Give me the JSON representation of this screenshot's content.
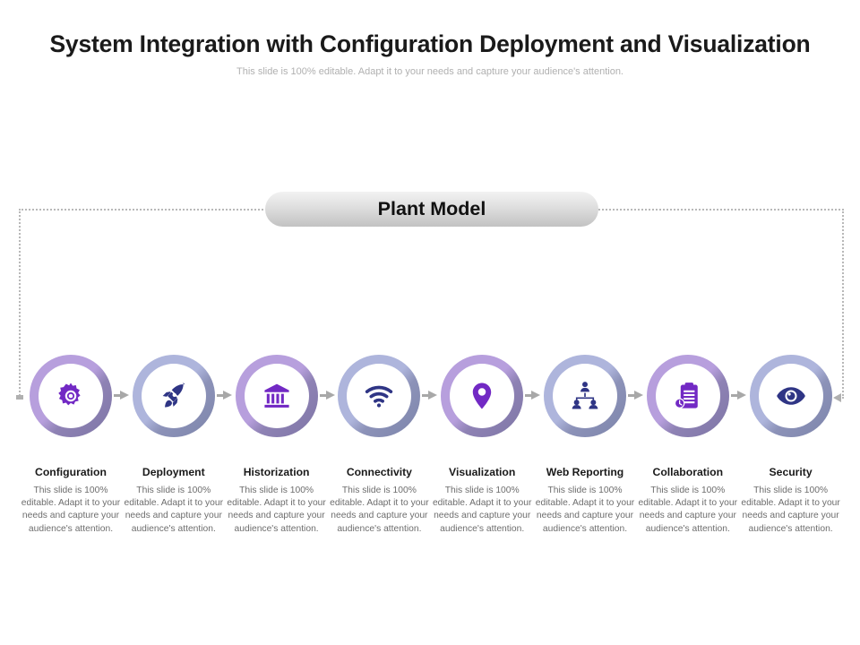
{
  "header": {
    "title": "System Integration with Configuration Deployment and Visualization",
    "subtitle": "This slide is 100% editable. Adapt it to your needs and capture your audience's attention."
  },
  "banner": {
    "label": "Plant Model"
  },
  "colors": {
    "ring_purple_light": "#b79fdd",
    "ring_purple_dark": "#7e76a6",
    "ring_blue_light": "#aeb5dc",
    "ring_blue_dark": "#7d85ab",
    "icon_violet": "#7229c4",
    "icon_navy": "#2f3585",
    "arrow_gray": "#a8a8a8",
    "frame_dotted": "#b8b8b8",
    "title_text": "#1a1a1a",
    "body_text": "#6d6d6d",
    "subtitle_text": "#b0b0b0"
  },
  "steps": [
    {
      "title": "Configuration",
      "desc": "This slide is 100% editable. Adapt it to your needs and capture your audience's attention.",
      "icon": "gear-icon",
      "theme": "purple"
    },
    {
      "title": "Deployment",
      "desc": "This slide is 100% editable. Adapt it to your needs and capture your audience's attention.",
      "icon": "rocket-icon",
      "theme": "blue"
    },
    {
      "title": "Historization",
      "desc": "This slide is 100% editable. Adapt it to your needs and capture your audience's attention.",
      "icon": "bank-icon",
      "theme": "purple"
    },
    {
      "title": "Connectivity",
      "desc": "This slide is 100% editable. Adapt it to your needs and capture your audience's attention.",
      "icon": "wifi-icon",
      "theme": "blue"
    },
    {
      "title": "Visualization",
      "desc": "This slide is 100% editable. Adapt it to your needs and capture your audience's attention.",
      "icon": "map-pin-icon",
      "theme": "purple"
    },
    {
      "title": "Web Reporting",
      "desc": "This slide is 100% editable. Adapt it to your needs and capture your audience's attention.",
      "icon": "people-network-icon",
      "theme": "blue"
    },
    {
      "title": "Collaboration",
      "desc": "This slide is 100% editable. Adapt it to your needs and capture your audience's attention.",
      "icon": "clipboard-clock-icon",
      "theme": "purple"
    },
    {
      "title": "Security",
      "desc": "This slide is 100% editable. Adapt it to your needs and capture your audience's attention.",
      "icon": "eye-icon",
      "theme": "blue"
    }
  ]
}
